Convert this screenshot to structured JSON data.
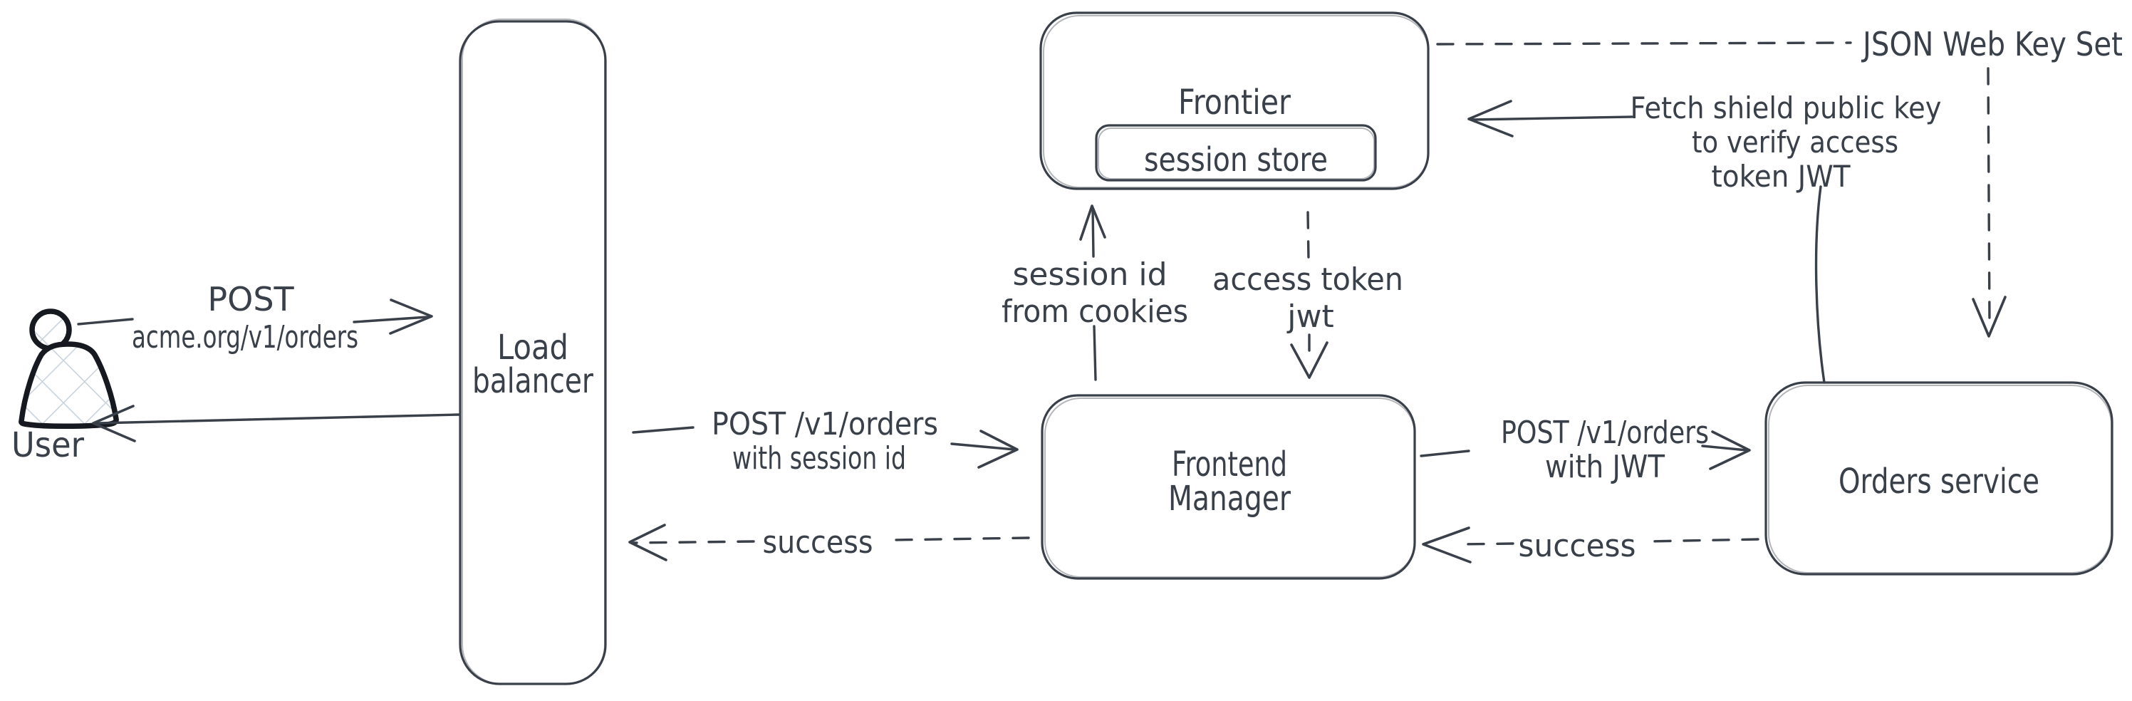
{
  "diagram": {
    "background_color": "#ffffff",
    "stroke_color": "#394049",
    "user_figure_color": "#16191f",
    "lattice_fill_color": "#c9d3de",
    "nodes": {
      "user": {
        "label": "User"
      },
      "load_balancer": {
        "label_line1": "Load",
        "label_line2": "balancer"
      },
      "frontier": {
        "label": "Frontier"
      },
      "session_store": {
        "label": "session store"
      },
      "frontend_manager": {
        "label_line1": "Frontend",
        "label_line2": "Manager"
      },
      "orders_service": {
        "label": "Orders service"
      }
    },
    "edges": {
      "user_to_lb": {
        "style": "solid",
        "label_line1": "POST",
        "label_line2": "acme.org/v1/orders"
      },
      "lb_to_user": {
        "style": "solid",
        "label": ""
      },
      "lb_to_fm": {
        "style": "solid",
        "label_line1": "POST /v1/orders",
        "label_line2": "with session id"
      },
      "fm_to_lb": {
        "style": "dashed",
        "label": "success"
      },
      "fm_to_frontier": {
        "style": "solid",
        "label_line1": "session id",
        "label_line2": "from cookies"
      },
      "frontier_to_fm": {
        "style": "dashed",
        "label_line1": "access token",
        "label_line2": "jwt"
      },
      "fm_to_orders": {
        "style": "solid",
        "label_line1": "POST /v1/orders",
        "label_line2": "with JWT"
      },
      "orders_to_fm": {
        "style": "dashed",
        "label": "success"
      },
      "orders_to_frontier": {
        "style": "solid",
        "label_line1": "Fetch shield public key",
        "label_line2": "to verify access",
        "label_line3": "token JWT"
      },
      "frontier_to_jwks": {
        "style": "dashed",
        "label": "JSON Web Key Set"
      }
    }
  }
}
